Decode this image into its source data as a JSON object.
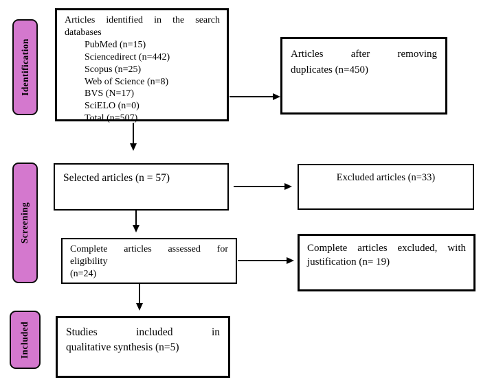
{
  "colors": {
    "label_fill": "#D478CE",
    "line_color": "#000000"
  },
  "stage_labels": {
    "identification": "Identification",
    "screening": "Screening",
    "included": "Included"
  },
  "boxes": {
    "identified": {
      "heading": [
        "Articles identified in the search",
        "databases"
      ],
      "items": [
        "PubMed (n=15)",
        "Sciencedirect (n=442)",
        "Scopus (n=25)",
        "Web of Science (n=8)",
        "BVS (N=17)",
        "SciELO (n=0)",
        "Total (n=507)"
      ]
    },
    "duplicates": {
      "lines": [
        "Articles after removing",
        "duplicates (n=450)"
      ]
    },
    "selected": {
      "lines": [
        "Selected articles (n = 57)"
      ]
    },
    "excluded": {
      "lines": [
        "Excluded articles (n=33)"
      ]
    },
    "assessed": {
      "lines": [
        "Complete articles assessed for",
        "eligibility",
        "(n=24)"
      ]
    },
    "excluded_justification": {
      "lines": [
        "Complete articles excluded, with",
        "justification (n= 19)"
      ]
    },
    "included_studies": {
      "lines": [
        "Studies included in",
        "qualitative synthesis (n=5)"
      ]
    }
  }
}
